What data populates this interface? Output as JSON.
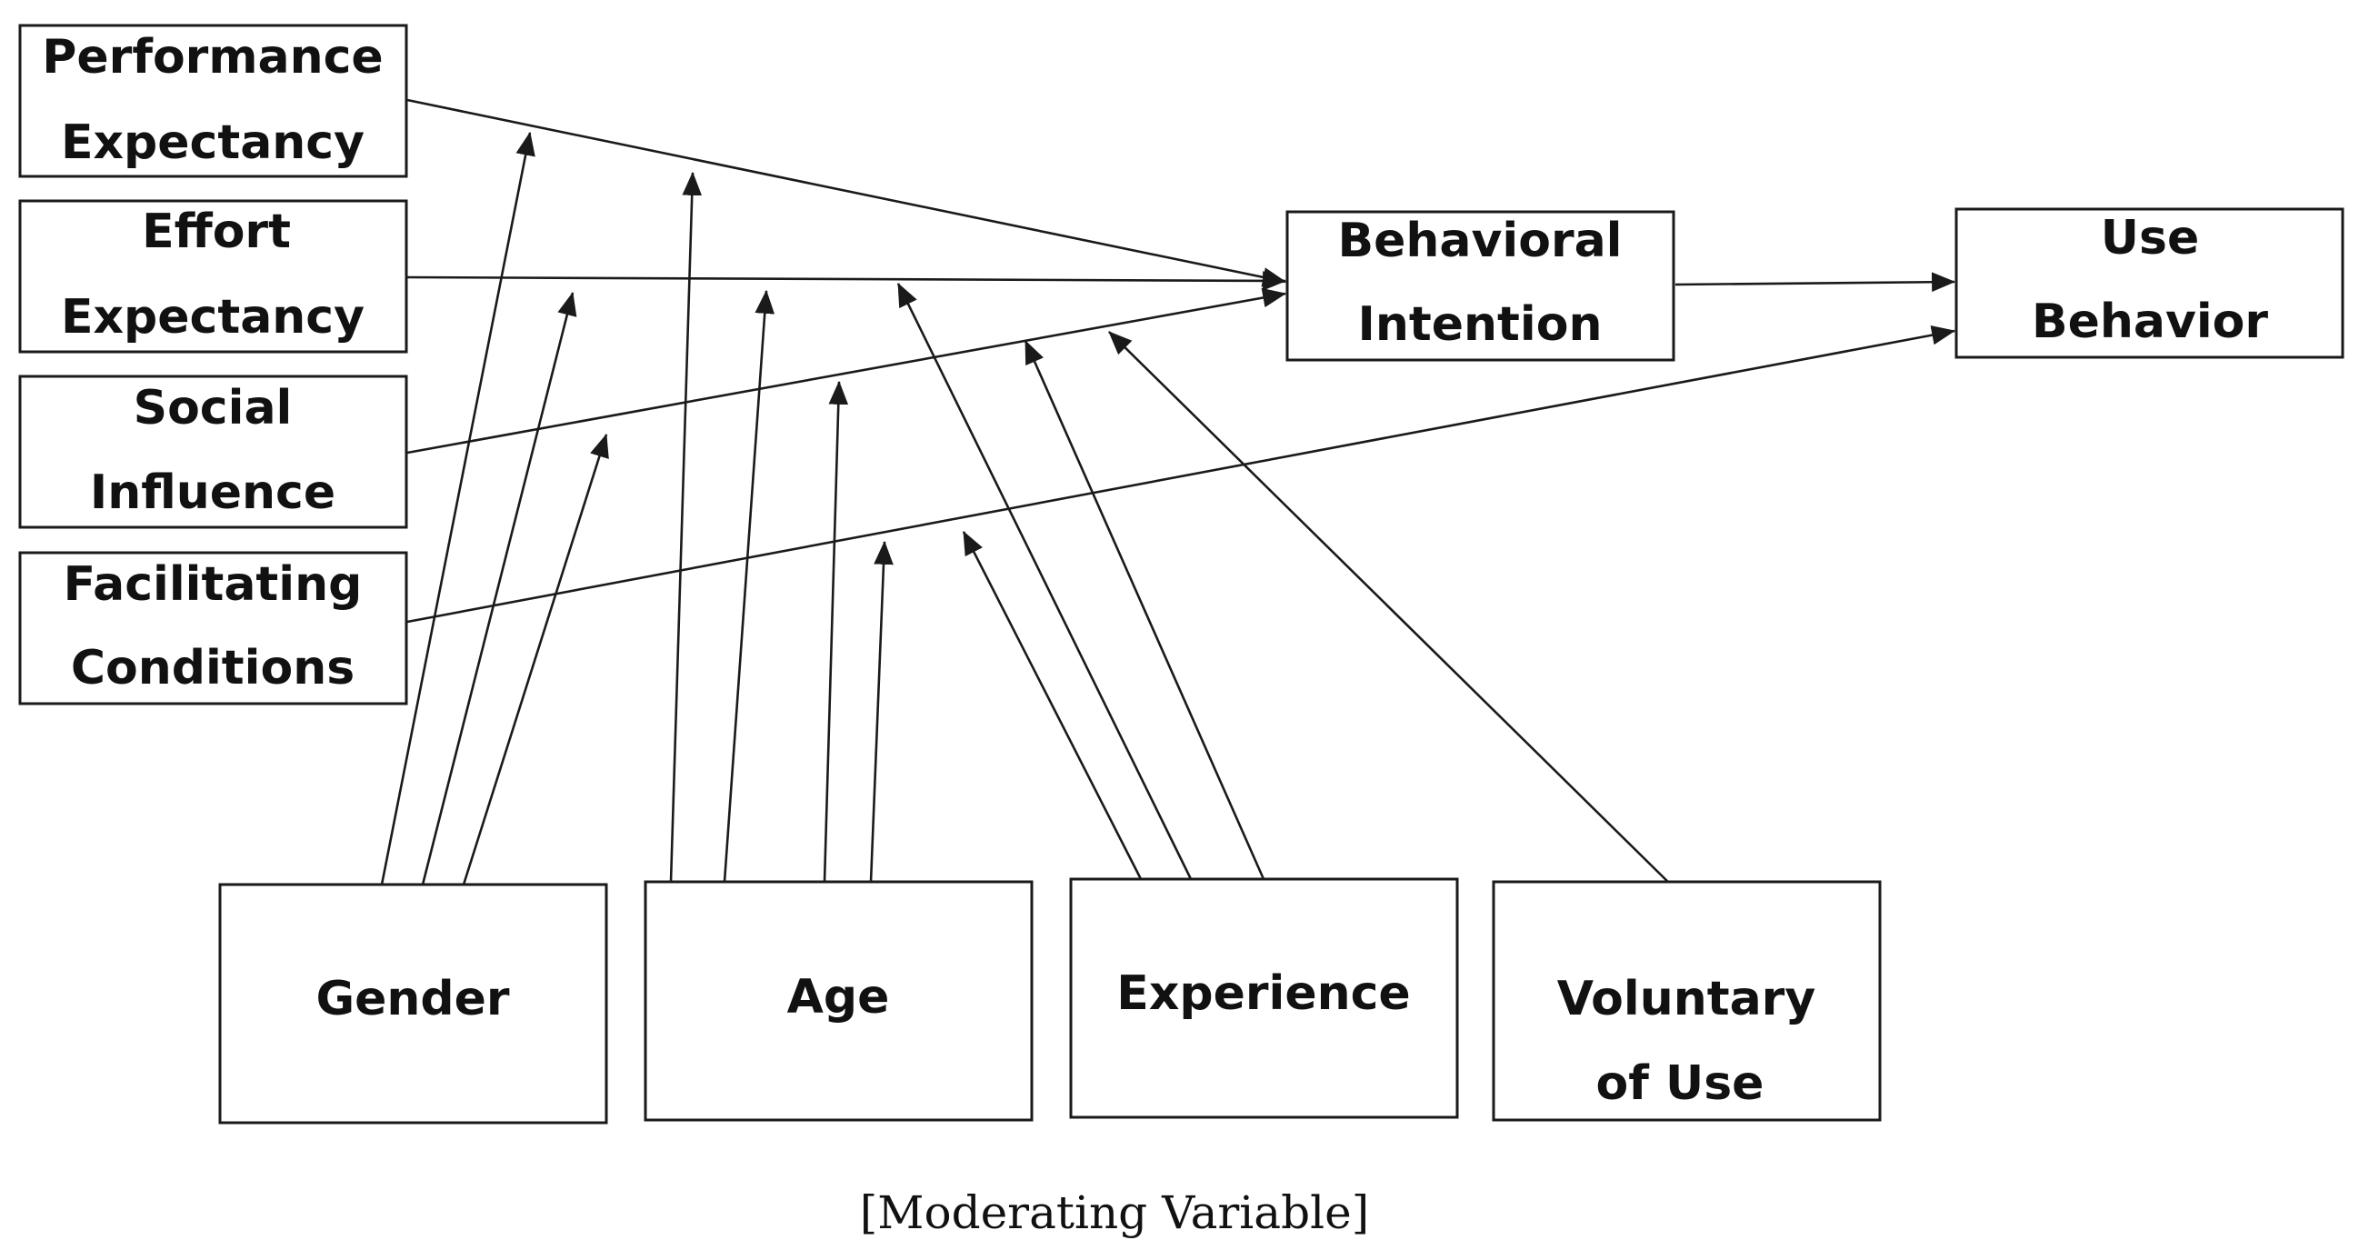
{
  "constructs": {
    "performance_expectancy": [
      "Performance",
      "Expectancy"
    ],
    "effort_expectancy": [
      "Effort",
      "Expectancy"
    ],
    "social_influence": [
      "Social",
      "Influence"
    ],
    "facilitating_conditions": [
      "Facilitating",
      "Conditions"
    ]
  },
  "outcomes": {
    "behavioral_intention": [
      "Behavioral",
      "Intention"
    ],
    "use_behavior": [
      "Use",
      "Behavior"
    ]
  },
  "moderators": {
    "gender": [
      "Gender"
    ],
    "age": [
      "Age"
    ],
    "experience": [
      "Experience"
    ],
    "voluntariness": [
      "Voluntary",
      "of  Use"
    ]
  },
  "caption": "[Moderating  Variable]",
  "colors": {
    "stroke": "#1a1a1a",
    "text": "#111111",
    "background": "#ffffff"
  }
}
